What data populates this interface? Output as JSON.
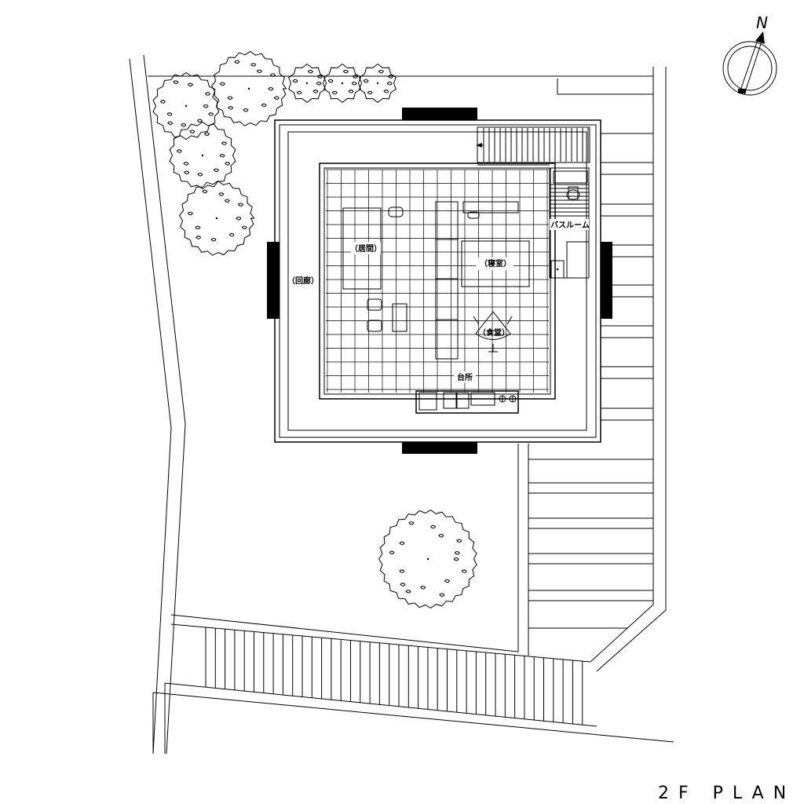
{
  "drawing": {
    "title": "2F PLAN",
    "north_label": "N"
  },
  "rooms": {
    "living": "（居間）",
    "bedroom": "（寝室）",
    "corridor": "（回廊）",
    "bathroom": "バスルーム",
    "dining": "（食堂）",
    "kitchen": "台所"
  },
  "icons": {
    "north_arrow": "compass-north-arrow-icon",
    "tree": "tree-icon"
  }
}
